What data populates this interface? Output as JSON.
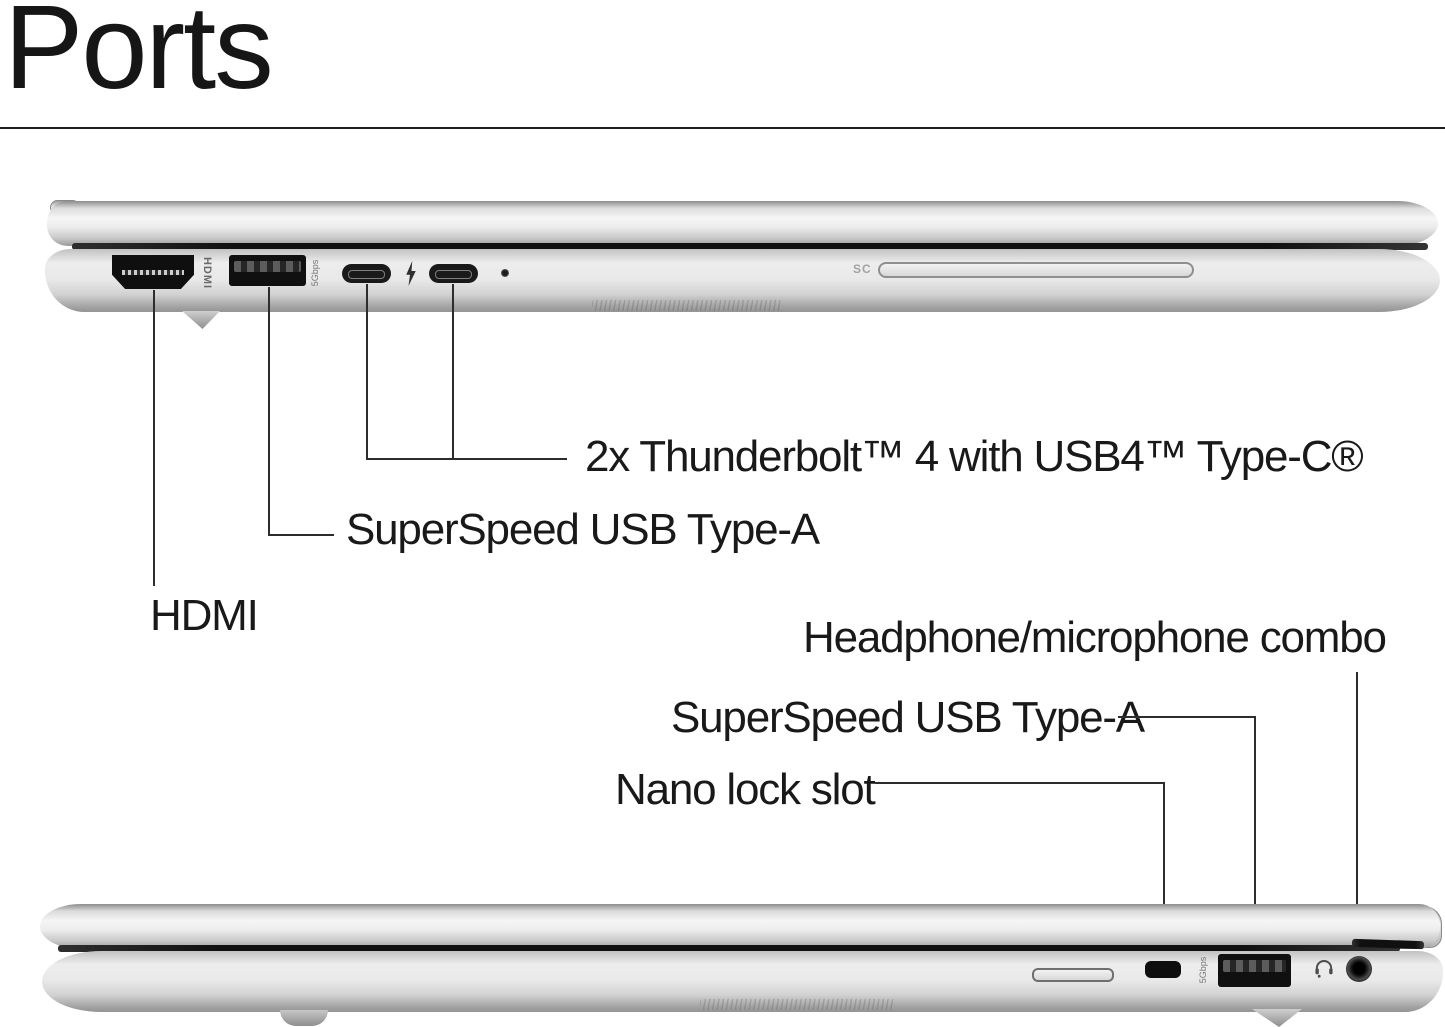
{
  "title": "Ports",
  "colors": {
    "background": "#ffffff",
    "text": "#191919",
    "callout_line": "#2d2d2d",
    "laptop_silver": "#d9d9d9",
    "port_black": "#101010"
  },
  "top_laptop": {
    "view": "left-side",
    "engravings": {
      "hdmi": "HDMI",
      "usb_speed": "5Gbps",
      "smartcard": "SC"
    },
    "callouts": {
      "thunderbolt": "2x Thunderbolt™ 4 with USB4™ Type-C®",
      "usb_a": "SuperSpeed USB Type-A",
      "hdmi": "HDMI"
    }
  },
  "bottom_laptop": {
    "view": "right-side",
    "engravings": {
      "usb_speed": "5Gbps"
    },
    "callouts": {
      "headphone": "Headphone/microphone combo",
      "usb_a": "SuperSpeed USB Type-A",
      "nano_lock": "Nano lock slot"
    }
  }
}
